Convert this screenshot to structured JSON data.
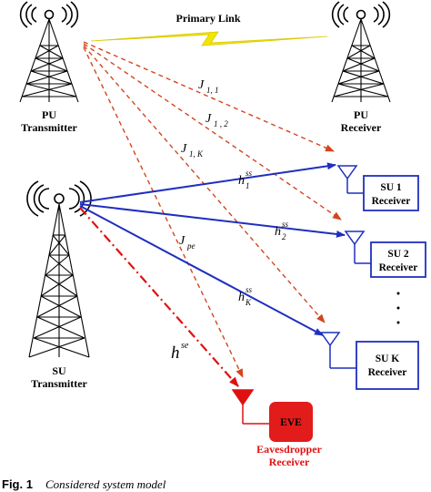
{
  "primary_link_label": "Primary Link",
  "pu_transmitter": {
    "line1": "PU",
    "line2": "Transmitter"
  },
  "pu_receiver": {
    "line1": "PU",
    "line2": "Receiver"
  },
  "su_transmitter": {
    "line1": "SU",
    "line2": "Transmitter"
  },
  "su_receivers": [
    {
      "line1": "SU 1",
      "line2": "Receiver"
    },
    {
      "line1": "SU 2",
      "line2": "Receiver"
    },
    {
      "line1": "SU K",
      "line2": "Receiver"
    }
  ],
  "eve": {
    "box_label": "EVE",
    "line1": "Eavesdropper",
    "line2": "Receiver"
  },
  "jamming_labels": {
    "j11": {
      "main": "J",
      "sub": "1, 1"
    },
    "j12": {
      "main": "J",
      "sub": "1 , 2"
    },
    "j1k": {
      "main": "J",
      "sub": "1, K"
    },
    "jpe": {
      "main": "J",
      "sub": "pe"
    }
  },
  "channel_labels": {
    "h1": {
      "main": "h",
      "sup": "ss",
      "sub": "1"
    },
    "h2": {
      "main": "h",
      "sup": "ss",
      "sub": "2"
    },
    "hk": {
      "main": "h",
      "sup": "ss",
      "sub": "K"
    },
    "hse": {
      "main": "h",
      "sup": "se"
    }
  },
  "ellipsis": "· · ·",
  "caption": {
    "prefix": "Fig. 1",
    "text": "Considered system model"
  },
  "colors": {
    "su_link": "#1f2fbf",
    "jamming_link": "#d2461e",
    "eve_link": "#e01010",
    "eve_box": "#e21b1b",
    "primary_link": "#f2e600",
    "su_box_border": "#1f2fbf"
  },
  "icons": [
    "tower-icon",
    "antenna-icon",
    "signal-wave-icon",
    "lightning-icon"
  ]
}
